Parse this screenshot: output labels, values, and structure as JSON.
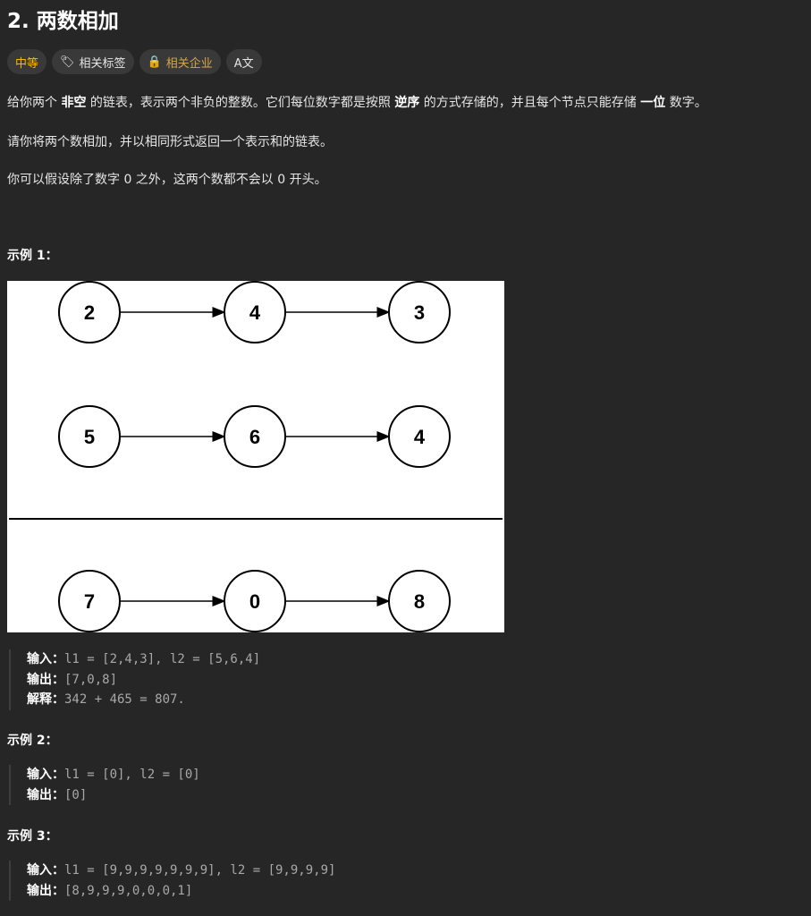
{
  "title": "2. 两数相加",
  "tags": {
    "difficulty": "中等",
    "topics": "相关标签",
    "companies": "相关企业",
    "translate": "A文"
  },
  "desc": {
    "p1": [
      "给你两个 ",
      "非空",
      " 的链表，表示两个非负的整数。它们每位数字都是按照 ",
      "逆序",
      " 的方式存储的，并且每个节点只能存储 ",
      "一位",
      " 数字。"
    ],
    "p2": "请你将两个数相加，并以相同形式返回一个表示和的链表。",
    "p3": "你可以假设除了数字 0 之外，这两个数都不会以 0 开头。"
  },
  "diagram": {
    "rows": [
      [
        "2",
        "4",
        "3"
      ],
      [
        "5",
        "6",
        "4"
      ],
      [
        "7",
        "0",
        "8"
      ]
    ]
  },
  "examples": [
    {
      "title": "示例 1：",
      "lines": [
        {
          "k": "输入：",
          "v": "l1 = [2,4,3], l2 = [5,6,4]"
        },
        {
          "k": "输出：",
          "v": "[7,0,8]"
        },
        {
          "k": "解释：",
          "v": "342 + 465 = 807."
        }
      ]
    },
    {
      "title": "示例 2：",
      "lines": [
        {
          "k": "输入：",
          "v": "l1 = [0], l2 = [0]"
        },
        {
          "k": "输出：",
          "v": "[0]"
        }
      ]
    },
    {
      "title": "示例 3：",
      "lines": [
        {
          "k": "输入：",
          "v": "l1 = [9,9,9,9,9,9,9], l2 = [9,9,9,9]"
        },
        {
          "k": "输出：",
          "v": "[8,9,9,9,0,0,0,1]"
        }
      ]
    }
  ]
}
